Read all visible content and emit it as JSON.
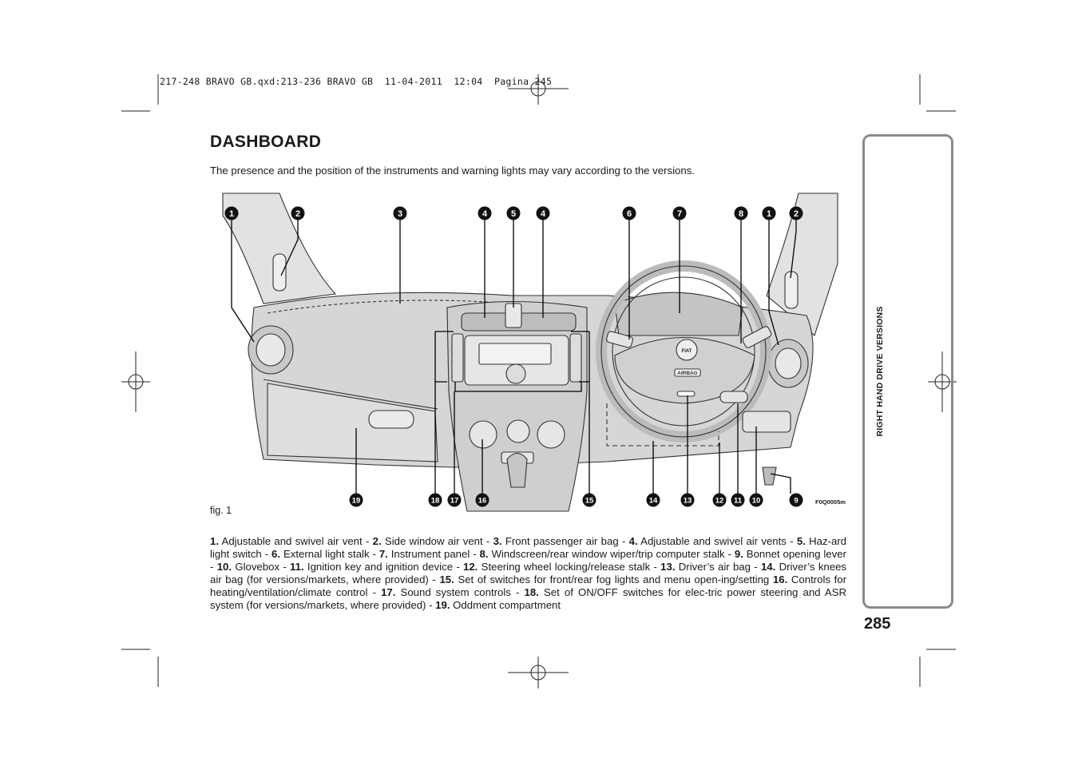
{
  "slug": "217-248 BRAVO GB.qxd:213-236 BRAVO GB  11-04-2011  12:04  Pagina 245",
  "title": "DASHBOARD",
  "intro": "The presence and the position of the instruments and warning lights may vary according to the versions.",
  "fig_label": "fig. 1",
  "fig_code": "F0Q0005m",
  "side_tab": "RIGHT HAND DRIVE VERSIONS",
  "page_number": "285",
  "steering_labels": {
    "logo": "FIAT",
    "airbag": "AIRBAG"
  },
  "callouts_top": [
    "1",
    "2",
    "3",
    "4",
    "5",
    "4",
    "6",
    "7",
    "8",
    "1",
    "2"
  ],
  "callouts_bottom": [
    "19",
    "18",
    "17",
    "16",
    "15",
    "14",
    "13",
    "12",
    "11",
    "10",
    "9"
  ],
  "caption": [
    {
      "n": "1.",
      "t": " Adjustable and swivel air vent - "
    },
    {
      "n": "2.",
      "t": " Side window air vent - "
    },
    {
      "n": "3.",
      "t": " Front passenger air bag - "
    },
    {
      "n": "4.",
      "t": " Adjustable and swivel air vents - "
    },
    {
      "n": "5.",
      "t": " Haz-ard light switch - "
    },
    {
      "n": "6.",
      "t": " External light stalk - "
    },
    {
      "n": "7.",
      "t": " Instrument panel - "
    },
    {
      "n": "8.",
      "t": " Windscreen/rear window wiper/trip computer stalk - "
    },
    {
      "n": "9.",
      "t": " Bonnet opening lever - "
    },
    {
      "n": "10.",
      "t": " Glovebox - "
    },
    {
      "n": "11.",
      "t": " Ignition key and ignition device - "
    },
    {
      "n": "12.",
      "t": " Steering wheel locking/release stalk - "
    },
    {
      "n": "13.",
      "t": " Driver’s air bag - "
    },
    {
      "n": "14.",
      "t": " Driver’s knees air bag (for versions/markets, where provided) - "
    },
    {
      "n": "15.",
      "t": " Set of switches for front/rear fog lights and menu open-ing/setting "
    },
    {
      "n": "16.",
      "t": " Controls for heating/ventilation/climate control - "
    },
    {
      "n": "17.",
      "t": " Sound system controls - "
    },
    {
      "n": "18.",
      "t": " Set of ON/OFF switches for elec-tric power steering and ASR system (for versions/markets, where provided) - "
    },
    {
      "n": "19.",
      "t": " Oddment compartment"
    }
  ]
}
